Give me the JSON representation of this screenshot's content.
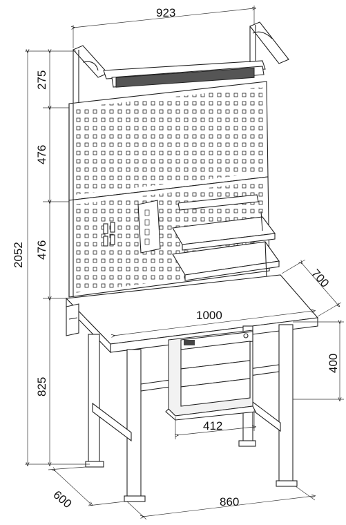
{
  "dimensions": {
    "top_width": "923",
    "overhead_height": "275",
    "upper_panel_height": "476",
    "lower_panel_height": "476",
    "total_height": "2052",
    "bench_height": "825",
    "top_depth": "700",
    "top_width_front": "1000",
    "drawer_height": "400",
    "drawer_width": "412",
    "frame_depth": "600",
    "frame_width": "860"
  },
  "icons": {
    "perforated_panel": "pegboard-icon",
    "drawer_unit": "drawer-cabinet-icon"
  }
}
